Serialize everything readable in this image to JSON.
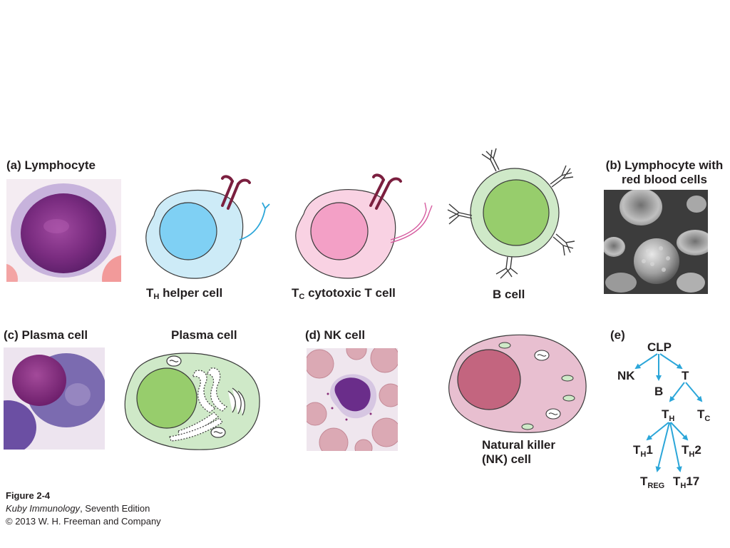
{
  "figure": {
    "panels": {
      "a": {
        "title": "(a) Lymphocyte"
      },
      "th": {
        "label_main": "T",
        "label_sub": "H",
        "label_rest": " helper cell"
      },
      "tc": {
        "label_main": "T",
        "label_sub": "C",
        "label_rest": " cytotoxic T cell"
      },
      "bcell": {
        "label": "B cell"
      },
      "b": {
        "title_line1": "(b) Lymphocyte with",
        "title_line2": "red blood cells"
      },
      "c": {
        "title": "(c) Plasma cell"
      },
      "plasma_drawing": {
        "label": "Plasma cell"
      },
      "d": {
        "title": "(d) NK cell"
      },
      "nk_drawing": {
        "label_line1": "Natural killer",
        "label_line2": "(NK) cell"
      },
      "e": {
        "title": "(e)",
        "nodes": {
          "clp": "CLP",
          "nk": "NK",
          "b": "B",
          "t": "T",
          "th_main": "T",
          "th_sub": "H",
          "tc_main": "T",
          "tc_sub": "C",
          "th1_main": "T",
          "th1_sub": "H",
          "th1_suffix": "1",
          "th2_main": "T",
          "th2_sub": "H",
          "th2_suffix": "2",
          "treg_main": "T",
          "treg_sub": "REG",
          "th17_main": "T",
          "th17_sub": "H",
          "th17_suffix": "17"
        }
      }
    },
    "caption": {
      "figure_number": "Figure 2-4",
      "book_title": "Kuby Immunology",
      "edition": ", Seventh Edition",
      "copyright": "© 2013 W. H. Freeman and Company"
    }
  },
  "colors": {
    "arrow": "#2ba6d9",
    "th_cytoplasm": "#cdebf7",
    "th_nucleus": "#7fd0f4",
    "tc_cytoplasm": "#f9d2e3",
    "tc_nucleus": "#f3a0c6",
    "b_cytoplasm": "#cfe9c8",
    "b_nucleus": "#97cd6c",
    "nk_cytoplasm": "#e8bfd0",
    "nk_nucleus": "#c3657f",
    "receptor": "#7b1f3f"
  }
}
